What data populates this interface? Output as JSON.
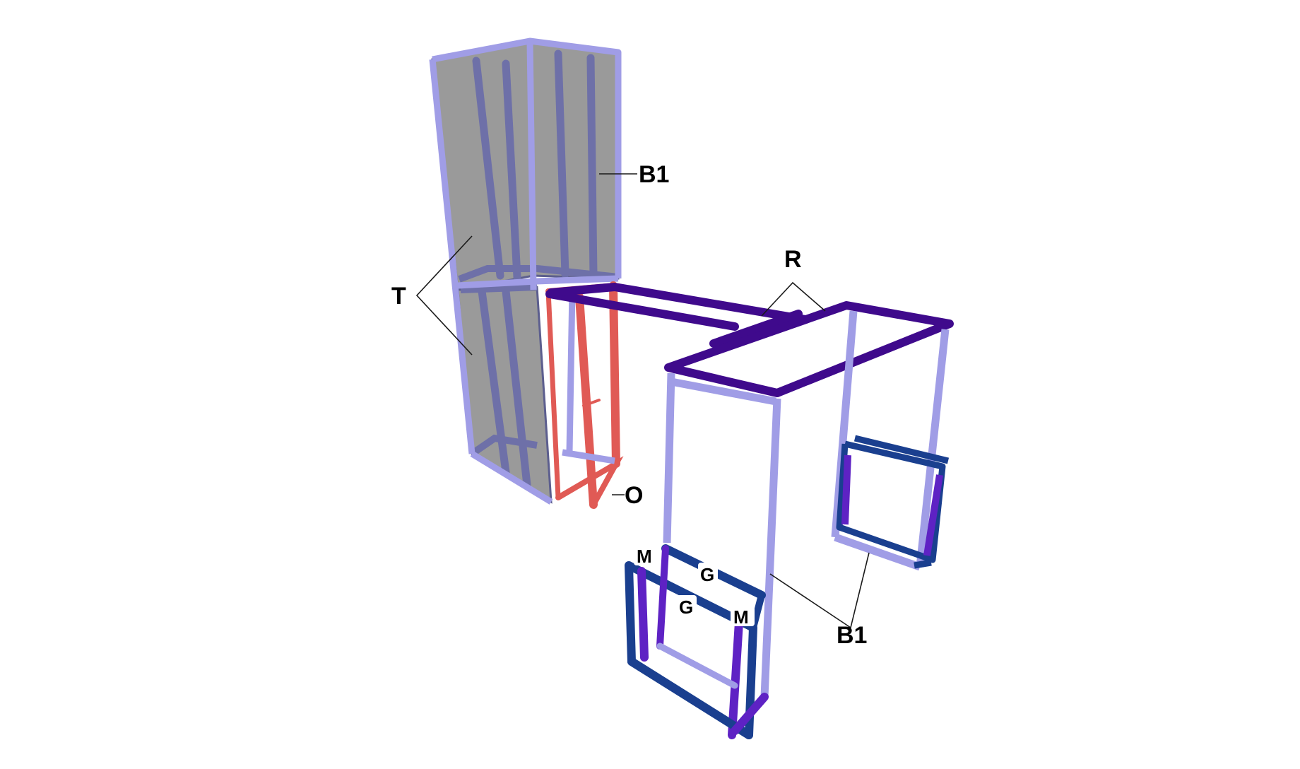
{
  "labels": {
    "b1_top": "B1",
    "t": "T",
    "r": "R",
    "o": "O",
    "b1_bottom": "B1",
    "m_left": "M",
    "g_top": "G",
    "g_mid": "G",
    "m_right": "M"
  },
  "colors": {
    "light_frame": "#a09de6",
    "panel_gray": "#9a9a9a",
    "panel_bar": "#6e70a8",
    "dark_purple": "#3f0a8c",
    "navy": "#1a3f8f",
    "violet": "#5e22c4",
    "red": "#e05a55"
  }
}
